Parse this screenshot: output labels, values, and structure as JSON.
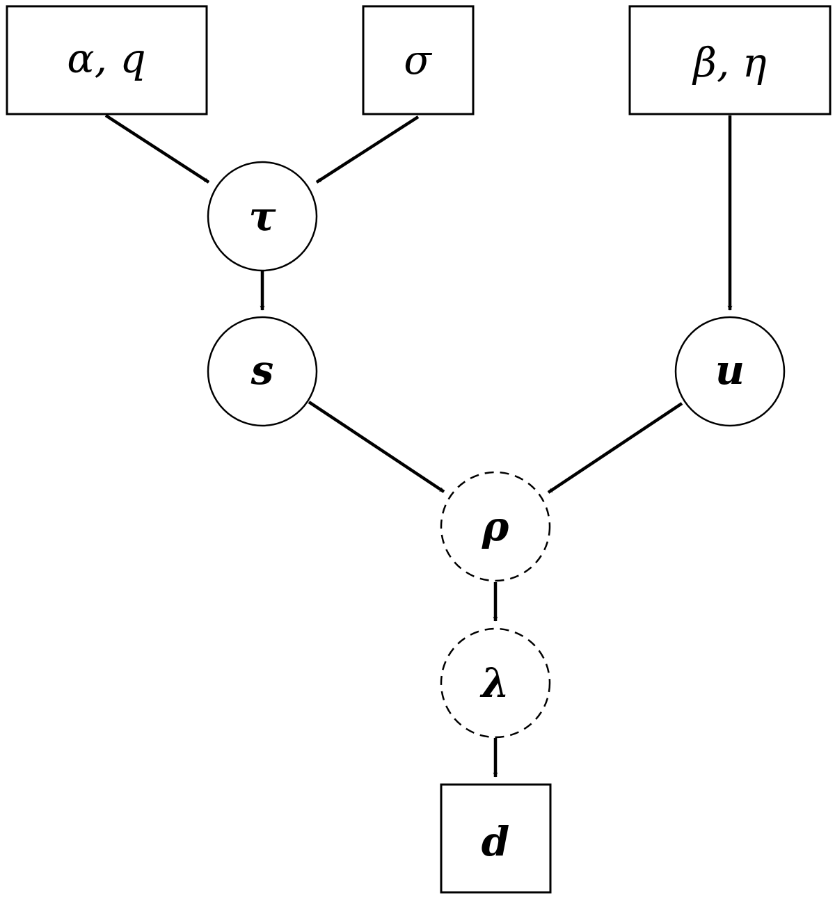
{
  "diagram": {
    "params": {
      "alpha_q": "α,  q",
      "sigma": "σ",
      "beta_eta": "β,  η"
    },
    "nodes": {
      "tau": "τ",
      "s": "s",
      "u": "u",
      "rho": "ρ",
      "lambda": "λ"
    },
    "observed": {
      "d": "d"
    },
    "edges": [
      {
        "from": "alpha_q",
        "to": "tau"
      },
      {
        "from": "sigma",
        "to": "tau"
      },
      {
        "from": "beta_eta",
        "to": "u"
      },
      {
        "from": "tau",
        "to": "s"
      },
      {
        "from": "s",
        "to": "rho"
      },
      {
        "from": "u",
        "to": "rho"
      },
      {
        "from": "rho",
        "to": "lambda"
      },
      {
        "from": "lambda",
        "to": "d"
      }
    ]
  }
}
